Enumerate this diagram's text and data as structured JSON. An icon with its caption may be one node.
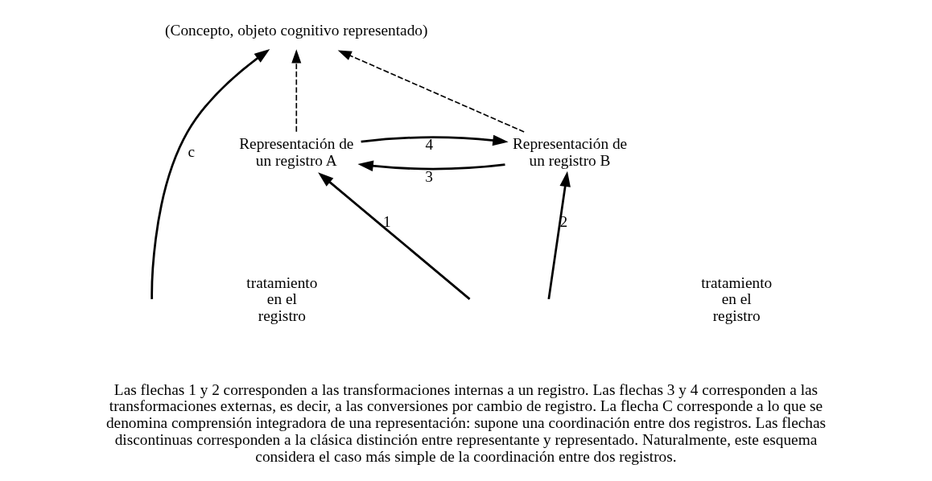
{
  "diagram": {
    "caption": "Las flechas 1 y 2 corresponden a las transformaciones internas a un registro. Las flechas 3 y 4 corresponden a las transformaciones externas, es decir, a las conversiones por cambio de registro. La flecha C corresponde a lo que se denomina comprensión integradora de una representación: supone una coordinación entre dos registros. Las flechas discontinuas corresponden a la clásica distinción entre representante y representado. Naturalmente, este esquema considera el caso más simple de la coordinación entre dos registros.",
    "nodes": [
      {
        "text": [
          "(Concepto, objeto cognitivo representado)"
        ]
      },
      {
        "text": [
          "Representación de un registro A"
        ]
      },
      {
        "text": [
          "Representación de un registro B"
        ]
      }
    ],
    "edges": [
      {
        "from": 1,
        "to": 0,
        "arrow": "to",
        "style": "dashed"
      },
      {
        "from": 2,
        "to": 0,
        "arrow": "to",
        "style": "dashed"
      },
      {
        "from": null,
        "to": 0,
        "arrow": "to",
        "label": "c"
      },
      {
        "from": 1,
        "to": 2,
        "arrow": "to",
        "label": "4"
      },
      {
        "from": 2,
        "to": 1,
        "arrow": "to",
        "label": "3"
      },
      {
        "from": null,
        "to": 1,
        "arrow": "to",
        "label": "1"
      },
      {
        "from": null,
        "to": 2,
        "arrow": "to",
        "label": "2"
      }
    ],
    "labels": [
      "tratamiento en el registro",
      "tratamiento en el registro"
    ]
  }
}
